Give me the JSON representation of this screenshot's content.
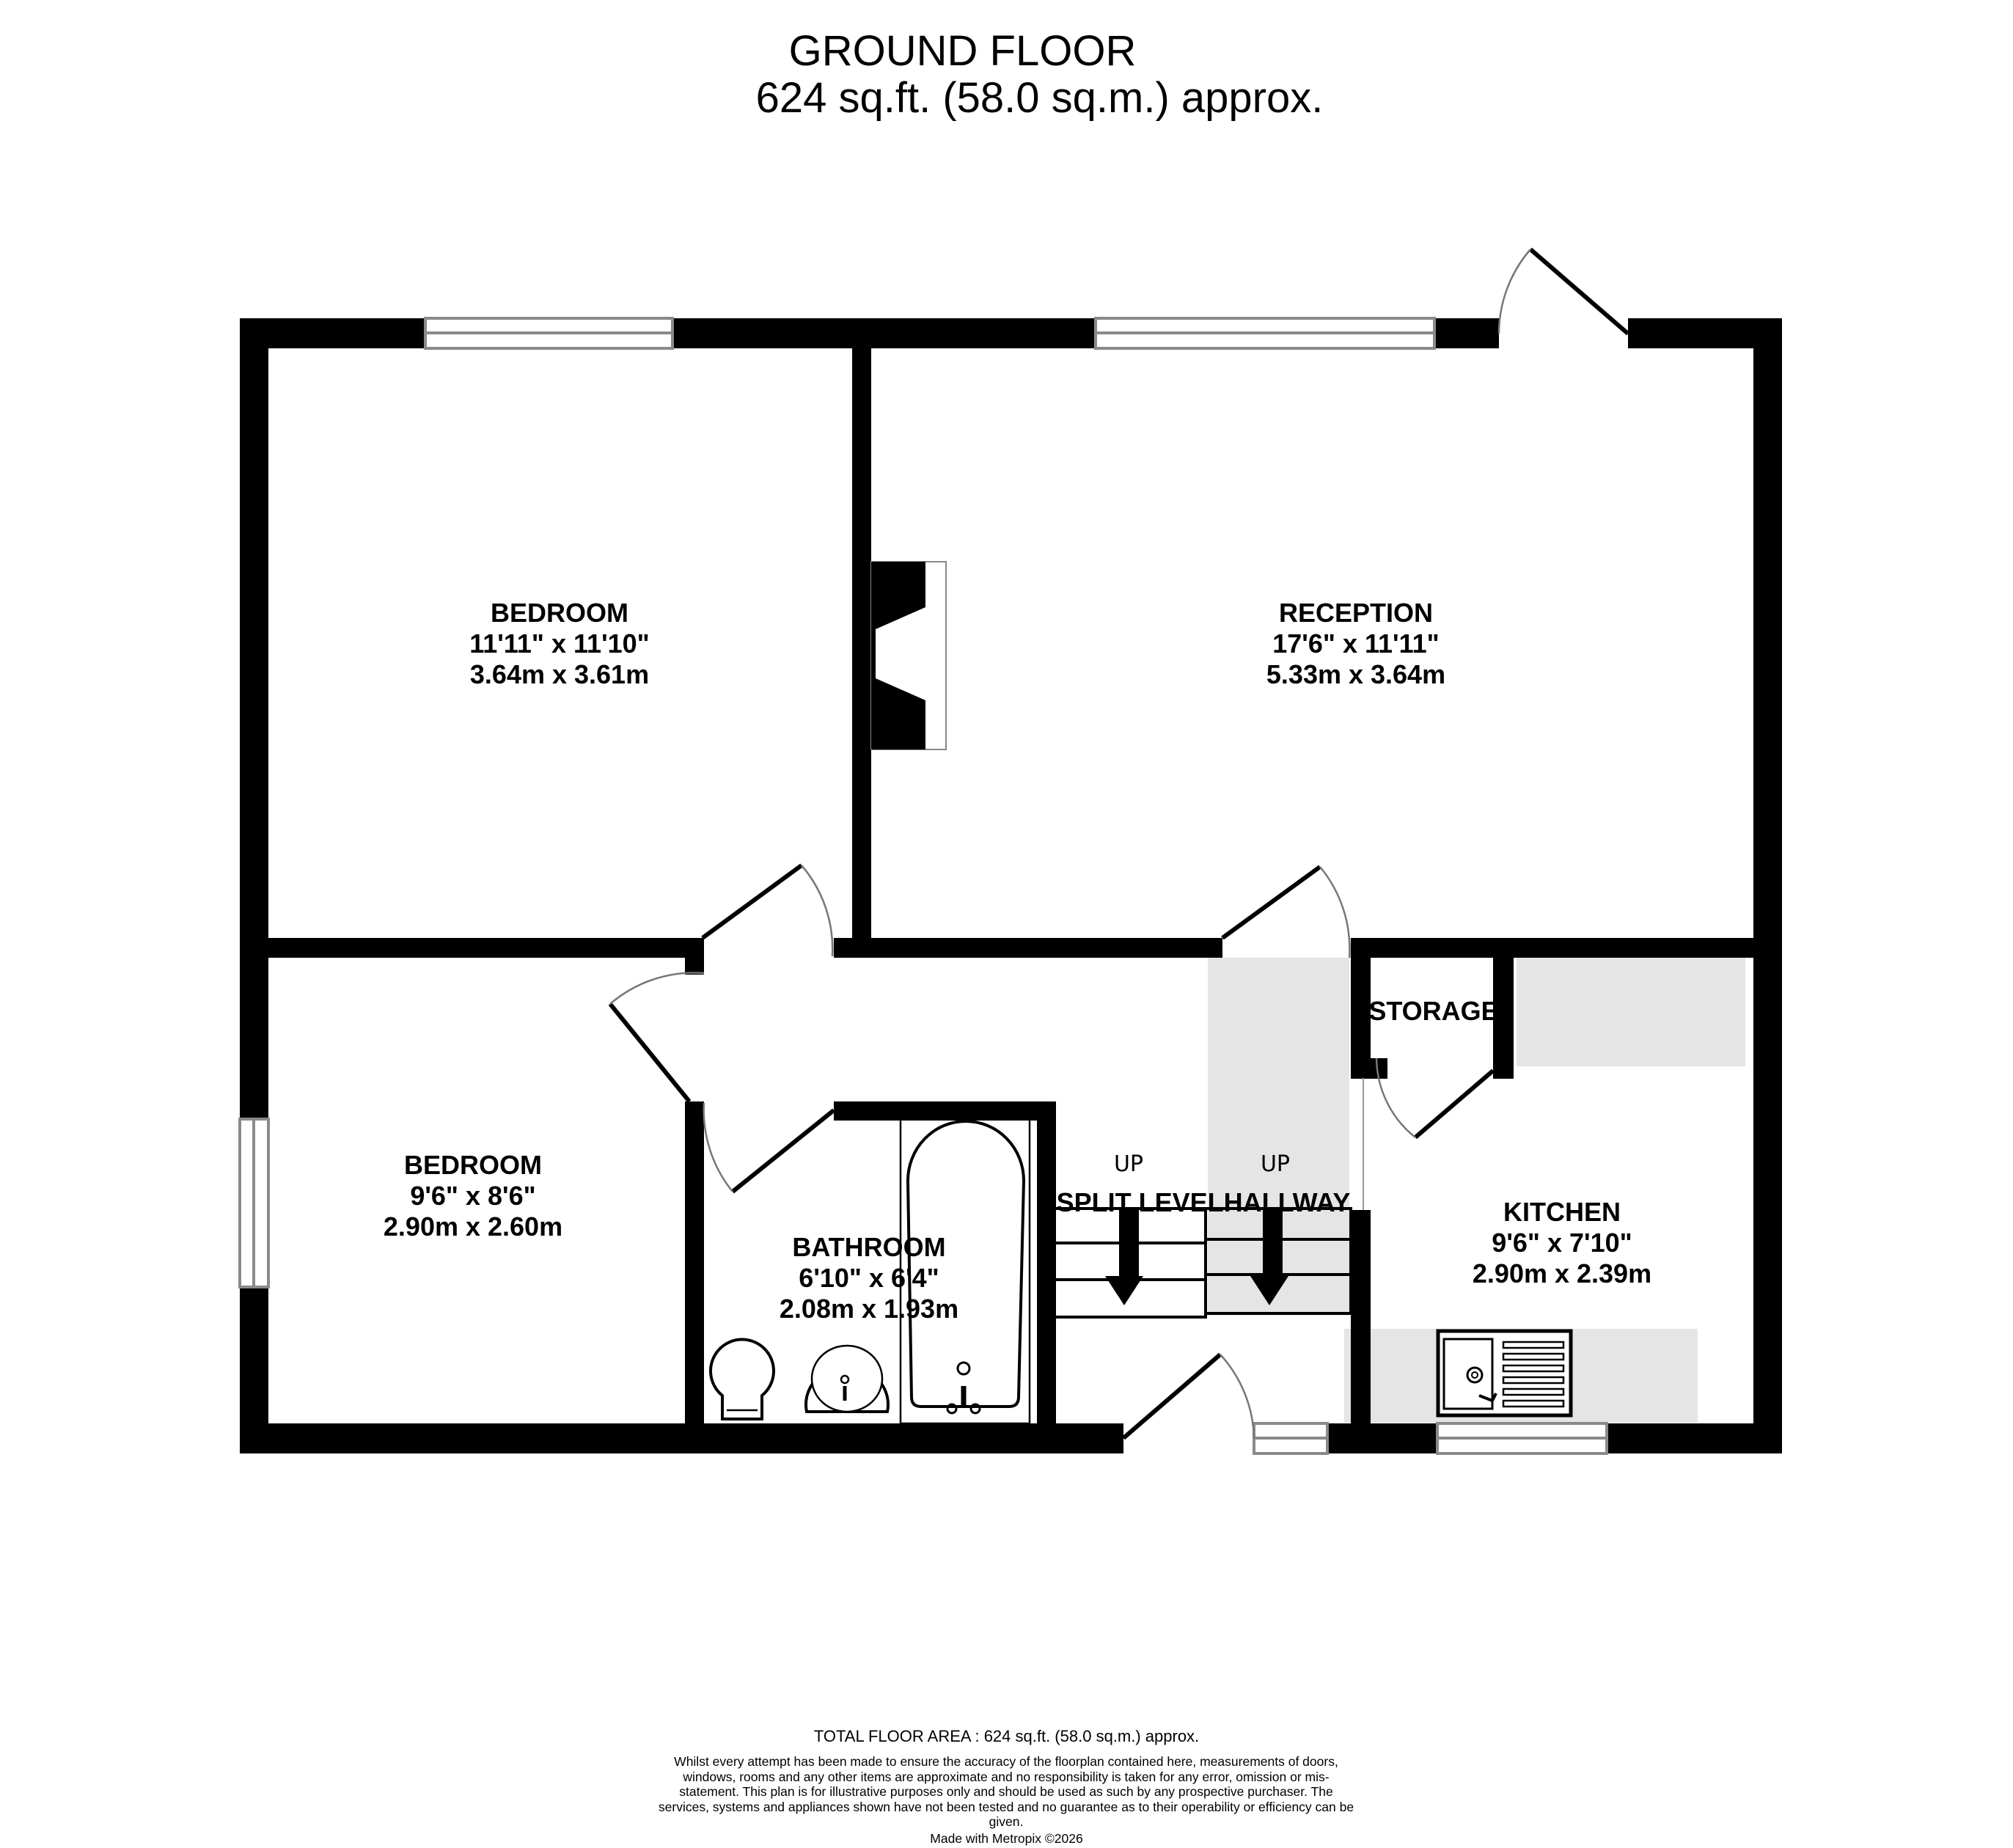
{
  "header": {
    "title": "GROUND FLOOR",
    "area": "624 sq.ft. (58.0 sq.m.) approx."
  },
  "rooms": [
    {
      "name": "BEDROOM",
      "imperial": "11'11\"  x 11'10\"",
      "metric": "3.64m  x 3.61m"
    },
    {
      "name": "RECEPTION",
      "imperial": "17'6\"  x 11'11\"",
      "metric": "5.33m  x 3.64m"
    },
    {
      "name": "BEDROOM",
      "imperial": "9'6\"  x 8'6\"",
      "metric": "2.90m  x 2.60m"
    },
    {
      "name": "BATHROOM",
      "imperial": "6'10\"  x 6'4\"",
      "metric": "2.08m  x 1.93m"
    },
    {
      "name": "KITCHEN",
      "imperial": "9'6\"  x 7'10\"",
      "metric": "2.90m  x 2.39m"
    },
    {
      "name": "STORAGE"
    },
    {
      "name": "SPLIT LEVELHALLWAY"
    }
  ],
  "stairs": {
    "labels": [
      "UP",
      "UP"
    ]
  },
  "icons": {
    "fireplace": "fireplace-icon",
    "bath": "bath-icon",
    "toilet": "toilet-icon",
    "basin": "basin-icon",
    "sink": "kitchen-sink-icon",
    "stairs_arrow": "arrow-down-icon"
  },
  "colors": {
    "wall": "#000000",
    "window": "#8a8a8a",
    "fitted_unit": "#e5e5e5",
    "background": "#ffffff"
  },
  "footer": {
    "total": "TOTAL FLOOR AREA : 624 sq.ft. (58.0 sq.m.) approx.",
    "disclaimer": "Whilst every attempt has been made to ensure the accuracy of the floorplan contained here, measurements of doors, windows, rooms and any other items are approximate and no responsibility is taken for any error, omission or mis-statement. This plan is for illustrative purposes only and should be used as such by any prospective purchaser. The services, systems and appliances shown have not been tested and no guarantee as to their operability or efficiency can be given.",
    "made_with": "Made with Metropix ©2026"
  }
}
